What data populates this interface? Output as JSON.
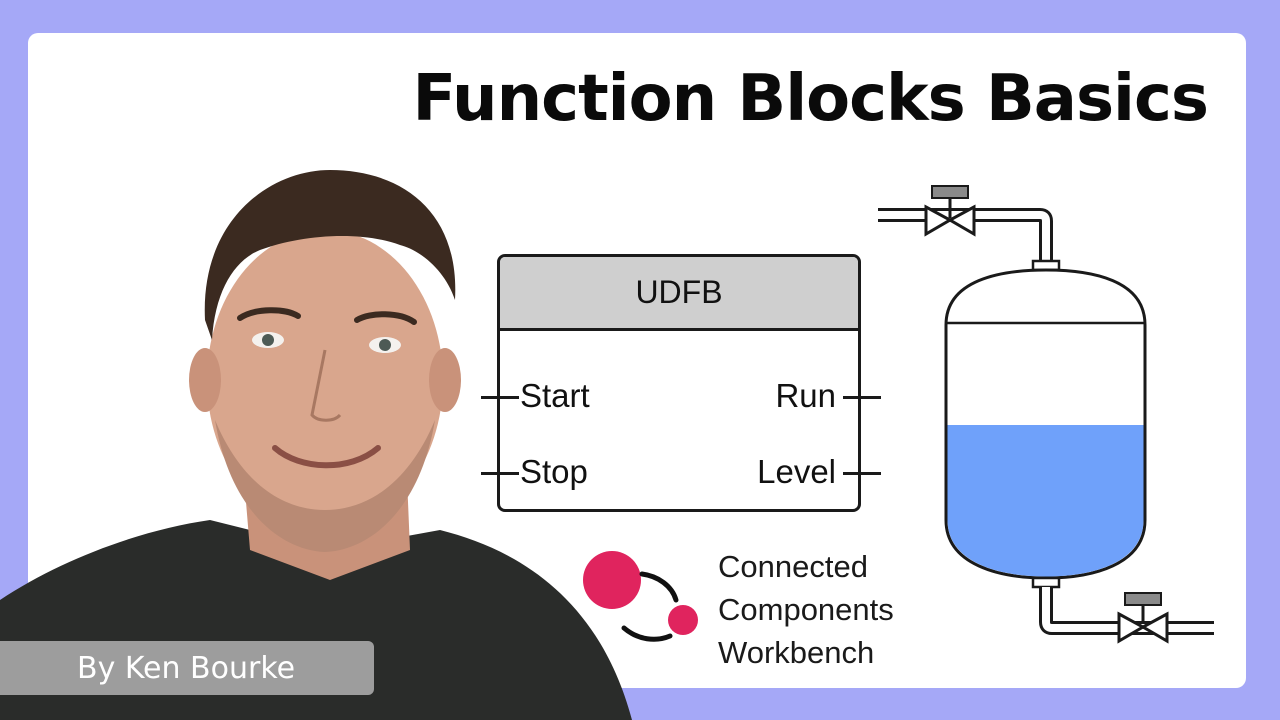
{
  "title": "Function Blocks Basics",
  "function_block": {
    "name": "UDFB",
    "inputs": [
      "Start",
      "Stop"
    ],
    "outputs": [
      "Run",
      "Level"
    ]
  },
  "logo": {
    "lines": [
      "Connected",
      "Components",
      "Workbench"
    ],
    "accent_color": "#e0245e"
  },
  "byline": "By Ken Bourke",
  "colors": {
    "background": "#a5a8f7",
    "card": "#ffffff",
    "header_fill": "#cfcfcf",
    "liquid": "#6fa1fa"
  }
}
